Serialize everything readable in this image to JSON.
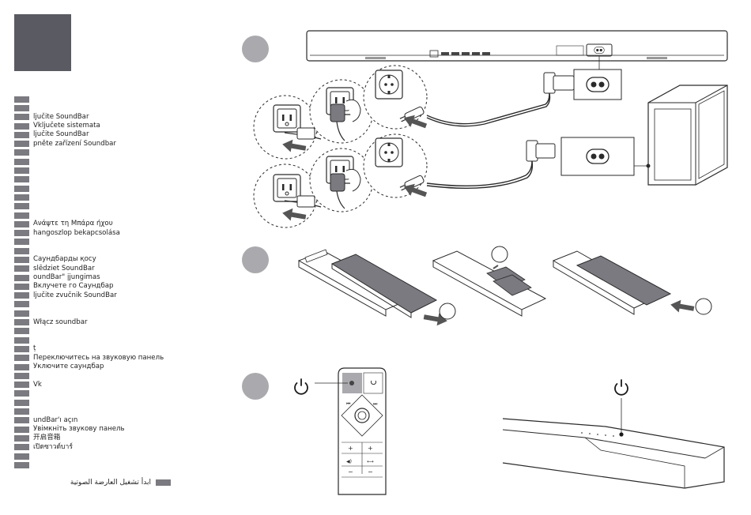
{
  "languages": [
    {
      "text": ""
    },
    {
      "text": ""
    },
    {
      "text": "   ljučite SoundBar"
    },
    {
      "text": "Vključete                  sistemata"
    },
    {
      "text": "   ljučite SoundBar"
    },
    {
      "text": "   pněte zařízení Soundbar"
    },
    {
      "text": ""
    },
    {
      "text": ""
    },
    {
      "text": ""
    },
    {
      "text": ""
    },
    {
      "text": ""
    },
    {
      "text": ""
    },
    {
      "text": ""
    },
    {
      "text": ""
    },
    {
      "text": "Ανάψτε τη Μπάρα ήχου"
    },
    {
      "text": "   hangoszlop bekapcsolása"
    },
    {
      "text": ""
    },
    {
      "text": ""
    },
    {
      "text": "Саундбарды қосу"
    },
    {
      "text": "   slēdziet SoundBar"
    },
    {
      "text": "   oundBar\" įjungimas"
    },
    {
      "text": "Вклучете го Саундбар"
    },
    {
      "text": "   ljučite zvučnik SoundBar"
    },
    {
      "text": ""
    },
    {
      "text": ""
    },
    {
      "text": "Włącz soundbar"
    },
    {
      "text": ""
    },
    {
      "text": ""
    },
    {
      "text": "            ț"
    },
    {
      "text": "Переключитесь на звуковую панель"
    },
    {
      "text": "Уключите саундбар"
    },
    {
      "text": ""
    },
    {
      "text": "Vk"
    },
    {
      "text": ""
    },
    {
      "text": ""
    },
    {
      "text": ""
    },
    {
      "text": "   undBar'ı açın"
    },
    {
      "text": "Увімкніть звукову панель"
    },
    {
      "text": "开启音箱"
    },
    {
      "text": "เปิดซาวด์บาร์"
    },
    {
      "text": ""
    },
    {
      "text": ""
    }
  ],
  "arabic": "ابدأ تشغيل العارضة الصوتية",
  "colors": {
    "cover": "#5a5a62",
    "chip": "#7a7a80",
    "badge": "#a9a9ae",
    "line": "#2a2a2a"
  },
  "icons": {
    "power": "power-icon",
    "outlet": "power-outlet-icon",
    "plug": "power-plug-icon",
    "connector": "figure-8-connector-icon"
  }
}
